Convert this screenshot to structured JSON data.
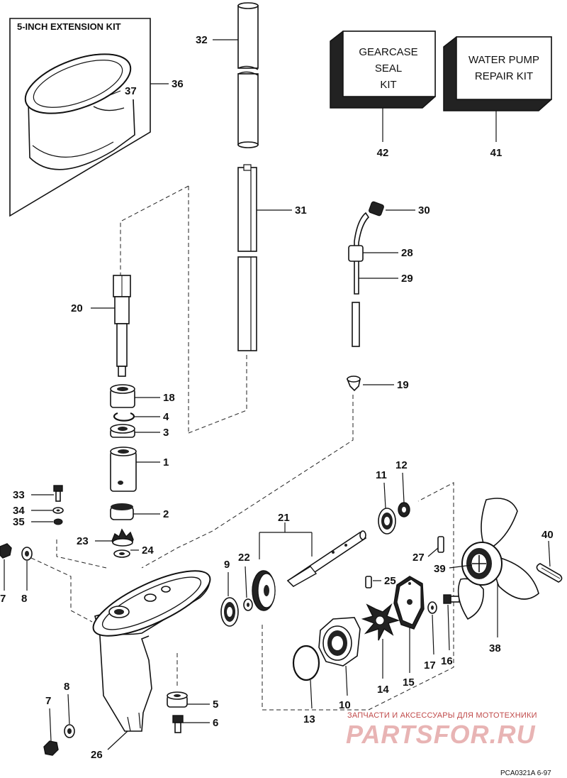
{
  "extension_kit": {
    "title": "5-INCH EXTENSION KIT"
  },
  "kits": {
    "gearcase_seal": {
      "line1": "GEARCASE",
      "line2": "SEAL",
      "line3": "KIT",
      "number": "42"
    },
    "water_pump": {
      "line1": "WATER PUMP",
      "line2": "REPAIR KIT",
      "number": "41"
    }
  },
  "labels": {
    "p1": "1",
    "p2": "2",
    "p3": "3",
    "p4": "4",
    "p5": "5",
    "p6": "6",
    "p7a": "7",
    "p7b": "7",
    "p8a": "8",
    "p8b": "8",
    "p9": "9",
    "p10": "10",
    "p11": "11",
    "p12": "12",
    "p13": "13",
    "p14": "14",
    "p15": "15",
    "p16": "16",
    "p17": "17",
    "p18": "18",
    "p19": "19",
    "p20": "20",
    "p21": "21",
    "p22": "22",
    "p23": "23",
    "p24": "24",
    "p25": "25",
    "p26": "26",
    "p27": "27",
    "p28": "28",
    "p29": "29",
    "p30": "30",
    "p31": "31",
    "p32": "32",
    "p33": "33",
    "p34": "34",
    "p35": "35",
    "p36": "36",
    "p37": "37",
    "p38": "38",
    "p39": "39",
    "p40": "40"
  },
  "watermark": {
    "tagline": "ЗАПЧАСТИ И АКСЕССУАРЫ ДЛЯ МОТОТЕХНИКИ",
    "brand": "PARTSFOR.RU"
  },
  "figure_code": "PCA0321A   6-97"
}
